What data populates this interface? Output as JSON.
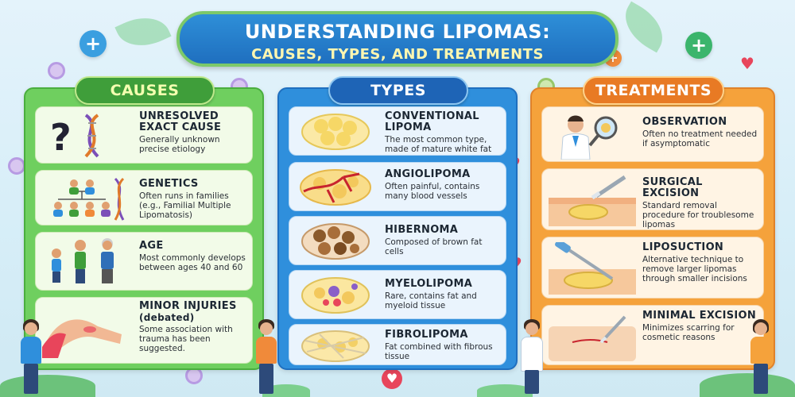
{
  "title": {
    "line1": "UNDERSTANDING LIPOMAS:",
    "line2": "CAUSES, TYPES, AND TREATMENTS"
  },
  "columns": {
    "causes": {
      "header": "CAUSES",
      "items": [
        {
          "name": "UNRESOLVED EXACT CAUSE",
          "desc": "Generally unknown precise etiology",
          "icon": "question-dna-icon"
        },
        {
          "name": "GENETICS",
          "desc": "Often runs in families (e.g., Familial Multiple Lipomatosis)",
          "icon": "family-tree-icon"
        },
        {
          "name": "AGE",
          "desc": "Most commonly develops between ages 40 and 60",
          "icon": "age-people-icon"
        },
        {
          "name": "MINOR INJURIES",
          "sub": "(debated)",
          "desc": "Some association with trauma has been suggested.",
          "icon": "injured-arm-icon"
        }
      ]
    },
    "types": {
      "header": "TYPES",
      "items": [
        {
          "name": "CONVENTIONAL LIPOMA",
          "desc": "The most common type, made of mature white fat",
          "icon": "white-fat-cells-icon"
        },
        {
          "name": "ANGIOLIPOMA",
          "desc": "Often painful, contains many blood vessels",
          "icon": "blood-vessel-fat-icon"
        },
        {
          "name": "HIBERNOMA",
          "desc": "Composed of brown fat cells",
          "icon": "brown-fat-cells-icon"
        },
        {
          "name": "MYELOLIPOMA",
          "desc": "Rare, contains fat and myeloid tissue",
          "icon": "myeloid-tissue-icon"
        },
        {
          "name": "FIBROLIPOMA",
          "desc": "Fat combined with fibrous tissue",
          "icon": "fibrous-fat-icon"
        }
      ]
    },
    "treatments": {
      "header": "TREATMENTS",
      "items": [
        {
          "name": "OBSERVATION",
          "desc": "Often no treatment needed if asymptomatic",
          "icon": "doctor-magnifier-icon"
        },
        {
          "name": "SURGICAL EXCISION",
          "desc": "Standard removal procedure for troublesome lipomas",
          "icon": "scalpel-skin-icon"
        },
        {
          "name": "LIPOSUCTION",
          "desc": "Alternative technique to remove larger lipomas through smaller incisions",
          "icon": "cannula-icon"
        },
        {
          "name": "MINIMAL EXCISION",
          "desc": "Minimizes scarring for cosmetic reasons",
          "icon": "small-incision-icon"
        }
      ]
    }
  },
  "colors": {
    "causes": "#6fcf5f",
    "types": "#2f8fdc",
    "treatments": "#f5a23b",
    "title_bg": "#1f6fbf"
  }
}
